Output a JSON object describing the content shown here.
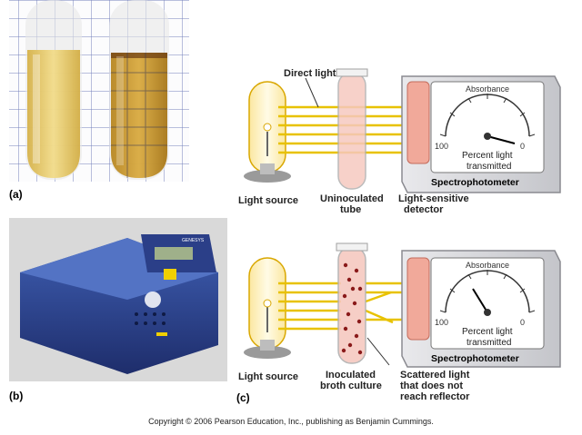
{
  "panel_labels": {
    "a": "(a)",
    "b": "(b)",
    "c": "(c)"
  },
  "labels": {
    "direct_light": "Direct light",
    "light_source": "Light source",
    "uninoculated_tube_l1": "Uninoculated",
    "uninoculated_tube_l2": "tube",
    "detector_l1": "Light-sensitive",
    "detector_l2": "detector",
    "inoculated_l1": "Inoculated",
    "inoculated_l2": "broth culture",
    "scattered_l1": "Scattered light",
    "scattered_l2": "that does not",
    "scattered_l3": "reach reflector"
  },
  "meter": {
    "title": "Absorbance",
    "left_value": "100",
    "right_value": "0",
    "caption_l1": "Percent light",
    "caption_l2": "transmitted",
    "device_name": "Spectrophotometer"
  },
  "instrument_brand": "GENESYS",
  "copyright": "Copyright © 2006 Pearson Education, Inc., publishing as Benjamin Cummings.",
  "colors": {
    "light_beam": "#e8c200",
    "tube_fill": "#f6c9c0",
    "detector": "#f1a99a",
    "bacteria": "#8a1a1a"
  }
}
